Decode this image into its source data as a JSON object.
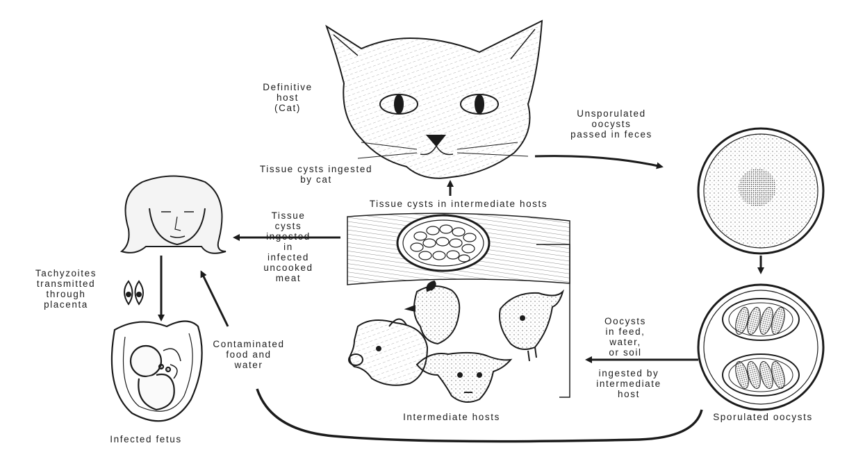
{
  "labels": {
    "definitive_host": "Definitive\nhost\n(Cat)",
    "unsporulated": "Unsporulated\noocysts\npassed in feces",
    "tissue_cysts_ingested_cat": "Tissue cysts ingested\nby cat",
    "tissue_cysts_intermediate": "Tissue cysts in intermediate hosts",
    "tissue_cysts_meat": "Tissue\ncysts\ningested\nin\ninfected\nuncooked\nmeat",
    "tachyzoites": "Tachyzoites\ntransmitted\nthrough\nplacenta",
    "contaminated": "Contaminated\nfood and\nwater",
    "oocysts_feed": "Oocysts\nin feed,\nwater,\nor soil",
    "ingested_intermediate": "ingested by\nintermediate\nhost",
    "intermediate_hosts": "Intermediate hosts",
    "sporulated": "Sporulated oocysts",
    "infected_fetus": "Infected fetus"
  },
  "colors": {
    "ink": "#1b1b1b",
    "paper": "#ffffff",
    "stipple": "#6a6a6a"
  }
}
